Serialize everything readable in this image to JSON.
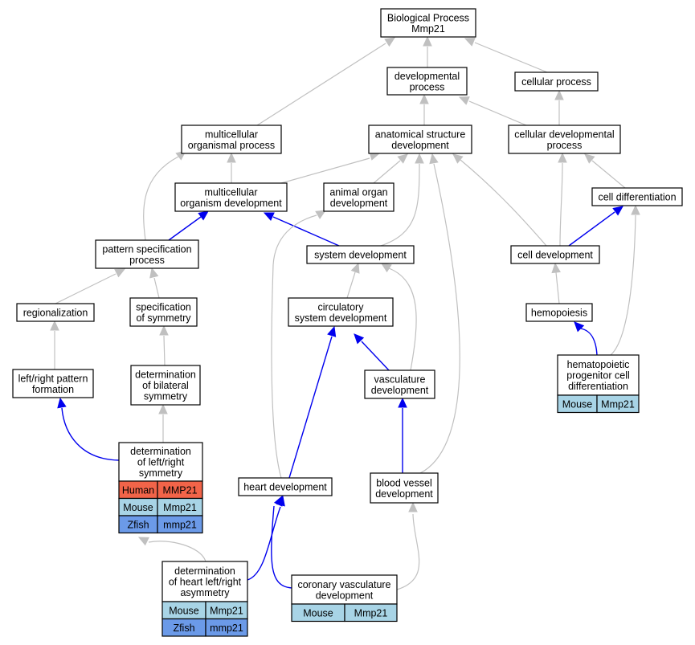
{
  "colors": {
    "edge_gray": "#c0c0c0",
    "edge_blue": "#0000ee",
    "node_border": "#000000",
    "node_fill": "#ffffff",
    "human": "#f26449",
    "mouse": "#a8d4e6",
    "zfish": "#6b9ae8"
  },
  "nodes": [
    {
      "id": "bp",
      "lines": [
        "Biological Process",
        "Mmp21"
      ]
    },
    {
      "id": "devproc",
      "lines": [
        "developmental",
        "process"
      ]
    },
    {
      "id": "cellproc",
      "lines": [
        "cellular process"
      ]
    },
    {
      "id": "multiproc",
      "lines": [
        "multicellular",
        "organismal process"
      ]
    },
    {
      "id": "anatdev",
      "lines": [
        "anatomical structure",
        "development"
      ]
    },
    {
      "id": "celldevproc",
      "lines": [
        "cellular developmental",
        "process"
      ]
    },
    {
      "id": "multidev",
      "lines": [
        "multicellular",
        "organism development"
      ]
    },
    {
      "id": "animorgan",
      "lines": [
        "animal organ",
        "development"
      ]
    },
    {
      "id": "celldiff",
      "lines": [
        "cell differentiation"
      ]
    },
    {
      "id": "patspec",
      "lines": [
        "pattern specification",
        "process"
      ]
    },
    {
      "id": "sysdev",
      "lines": [
        "system development"
      ]
    },
    {
      "id": "celldev",
      "lines": [
        "cell development"
      ]
    },
    {
      "id": "region",
      "lines": [
        "regionalization"
      ]
    },
    {
      "id": "specsym",
      "lines": [
        "specification",
        "of symmetry"
      ]
    },
    {
      "id": "circ",
      "lines": [
        "circulatory",
        "system development"
      ]
    },
    {
      "id": "hemo",
      "lines": [
        "hemopoiesis"
      ]
    },
    {
      "id": "hpcd",
      "lines": [
        "hematopoietic",
        "progenitor cell",
        "differentiation"
      ],
      "species": [
        [
          "Mouse",
          "Mmp21"
        ]
      ]
    },
    {
      "id": "lrpat",
      "lines": [
        "left/right pattern",
        "formation"
      ]
    },
    {
      "id": "detbil",
      "lines": [
        "determination",
        "of bilateral",
        "symmetry"
      ]
    },
    {
      "id": "vasc",
      "lines": [
        "vasculature",
        "development"
      ]
    },
    {
      "id": "detlr",
      "lines": [
        "determination",
        "of left/right",
        "symmetry"
      ],
      "species": [
        [
          "Human",
          "MMP21"
        ],
        [
          "Mouse",
          "Mmp21"
        ],
        [
          "Zfish",
          "mmp21"
        ]
      ]
    },
    {
      "id": "heart",
      "lines": [
        "heart development"
      ]
    },
    {
      "id": "bvd",
      "lines": [
        "blood vessel",
        "development"
      ]
    },
    {
      "id": "dethlr",
      "lines": [
        "determination",
        "of heart left/right",
        "asymmetry"
      ],
      "species": [
        [
          "Mouse",
          "Mmp21"
        ],
        [
          "Zfish",
          "mmp21"
        ]
      ]
    },
    {
      "id": "cvd",
      "lines": [
        "coronary vasculature",
        "development"
      ],
      "species": [
        [
          "Mouse",
          "Mmp21"
        ]
      ]
    }
  ],
  "edges": [
    {
      "from": "devproc",
      "to": "bp",
      "color": "gray"
    },
    {
      "from": "cellproc",
      "to": "bp",
      "color": "gray"
    },
    {
      "from": "multiproc",
      "to": "bp",
      "color": "gray"
    },
    {
      "from": "anatdev",
      "to": "devproc",
      "color": "gray"
    },
    {
      "from": "celldevproc",
      "to": "devproc",
      "color": "gray"
    },
    {
      "from": "celldevproc",
      "to": "cellproc",
      "color": "gray"
    },
    {
      "from": "multidev",
      "to": "multiproc",
      "color": "gray"
    },
    {
      "from": "multidev",
      "to": "anatdev",
      "color": "gray"
    },
    {
      "from": "animorgan",
      "to": "anatdev",
      "color": "gray"
    },
    {
      "from": "celldiff",
      "to": "celldevproc",
      "color": "gray"
    },
    {
      "from": "patspec",
      "to": "multiproc",
      "color": "gray"
    },
    {
      "from": "patspec",
      "to": "multidev",
      "color": "blue"
    },
    {
      "from": "sysdev",
      "to": "multidev",
      "color": "blue"
    },
    {
      "from": "sysdev",
      "to": "anatdev",
      "color": "gray"
    },
    {
      "from": "celldev",
      "to": "anatdev",
      "color": "gray"
    },
    {
      "from": "celldev",
      "to": "celldevproc",
      "color": "gray"
    },
    {
      "from": "celldev",
      "to": "celldiff",
      "color": "blue"
    },
    {
      "from": "region",
      "to": "patspec",
      "color": "gray"
    },
    {
      "from": "specsym",
      "to": "patspec",
      "color": "gray"
    },
    {
      "from": "circ",
      "to": "sysdev",
      "color": "gray"
    },
    {
      "from": "hemo",
      "to": "celldev",
      "color": "gray"
    },
    {
      "from": "hpcd",
      "to": "hemo",
      "color": "blue"
    },
    {
      "from": "hpcd",
      "to": "celldiff",
      "color": "gray"
    },
    {
      "from": "lrpat",
      "to": "region",
      "color": "gray"
    },
    {
      "from": "detbil",
      "to": "specsym",
      "color": "gray"
    },
    {
      "from": "vasc",
      "to": "circ",
      "color": "blue"
    },
    {
      "from": "vasc",
      "to": "sysdev",
      "color": "gray"
    },
    {
      "from": "detlr",
      "to": "lrpat",
      "color": "blue"
    },
    {
      "from": "detlr",
      "to": "detbil",
      "color": "gray"
    },
    {
      "from": "heart",
      "to": "circ",
      "color": "blue"
    },
    {
      "from": "heart",
      "to": "animorgan",
      "color": "gray"
    },
    {
      "from": "bvd",
      "to": "vasc",
      "color": "blue"
    },
    {
      "from": "bvd",
      "to": "anatdev",
      "color": "gray"
    },
    {
      "from": "dethlr",
      "to": "detlr",
      "color": "gray"
    },
    {
      "from": "dethlr",
      "to": "heart",
      "color": "blue"
    },
    {
      "from": "cvd",
      "to": "heart",
      "color": "blue"
    },
    {
      "from": "cvd",
      "to": "bvd",
      "color": "gray"
    }
  ]
}
